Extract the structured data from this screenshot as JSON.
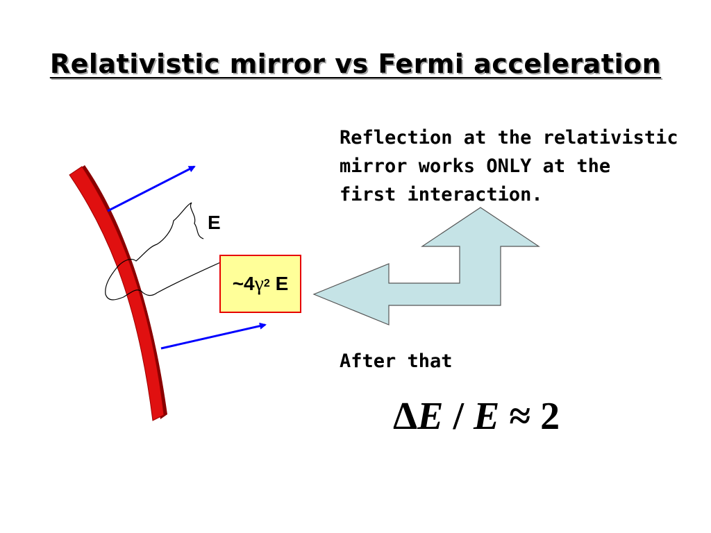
{
  "slide": {
    "title": "Relativistic mirror vs Fermi acceleration",
    "note_lines": [
      "Reflection at the relativistic",
      "mirror works ONLY at the",
      "first interaction."
    ],
    "after_text": "After that",
    "formula": {
      "delta": "Δ",
      "numer": "E",
      "slash": " / ",
      "denom": "E",
      "approx": " ≈ 2"
    }
  },
  "diagram": {
    "incoming_label": "E",
    "boosted_label": {
      "prefix": "~4",
      "gamma": "γ",
      "power": "2",
      "suffix": " E"
    },
    "colors": {
      "mirror": "#e01010",
      "mirror_shadow": "#8a0000",
      "ray": "#0000ff",
      "box_fill": "#ffff99",
      "box_border": "#e60000",
      "arrow_fill": "#c5e3e6",
      "arrow_stroke": "#555555"
    }
  }
}
